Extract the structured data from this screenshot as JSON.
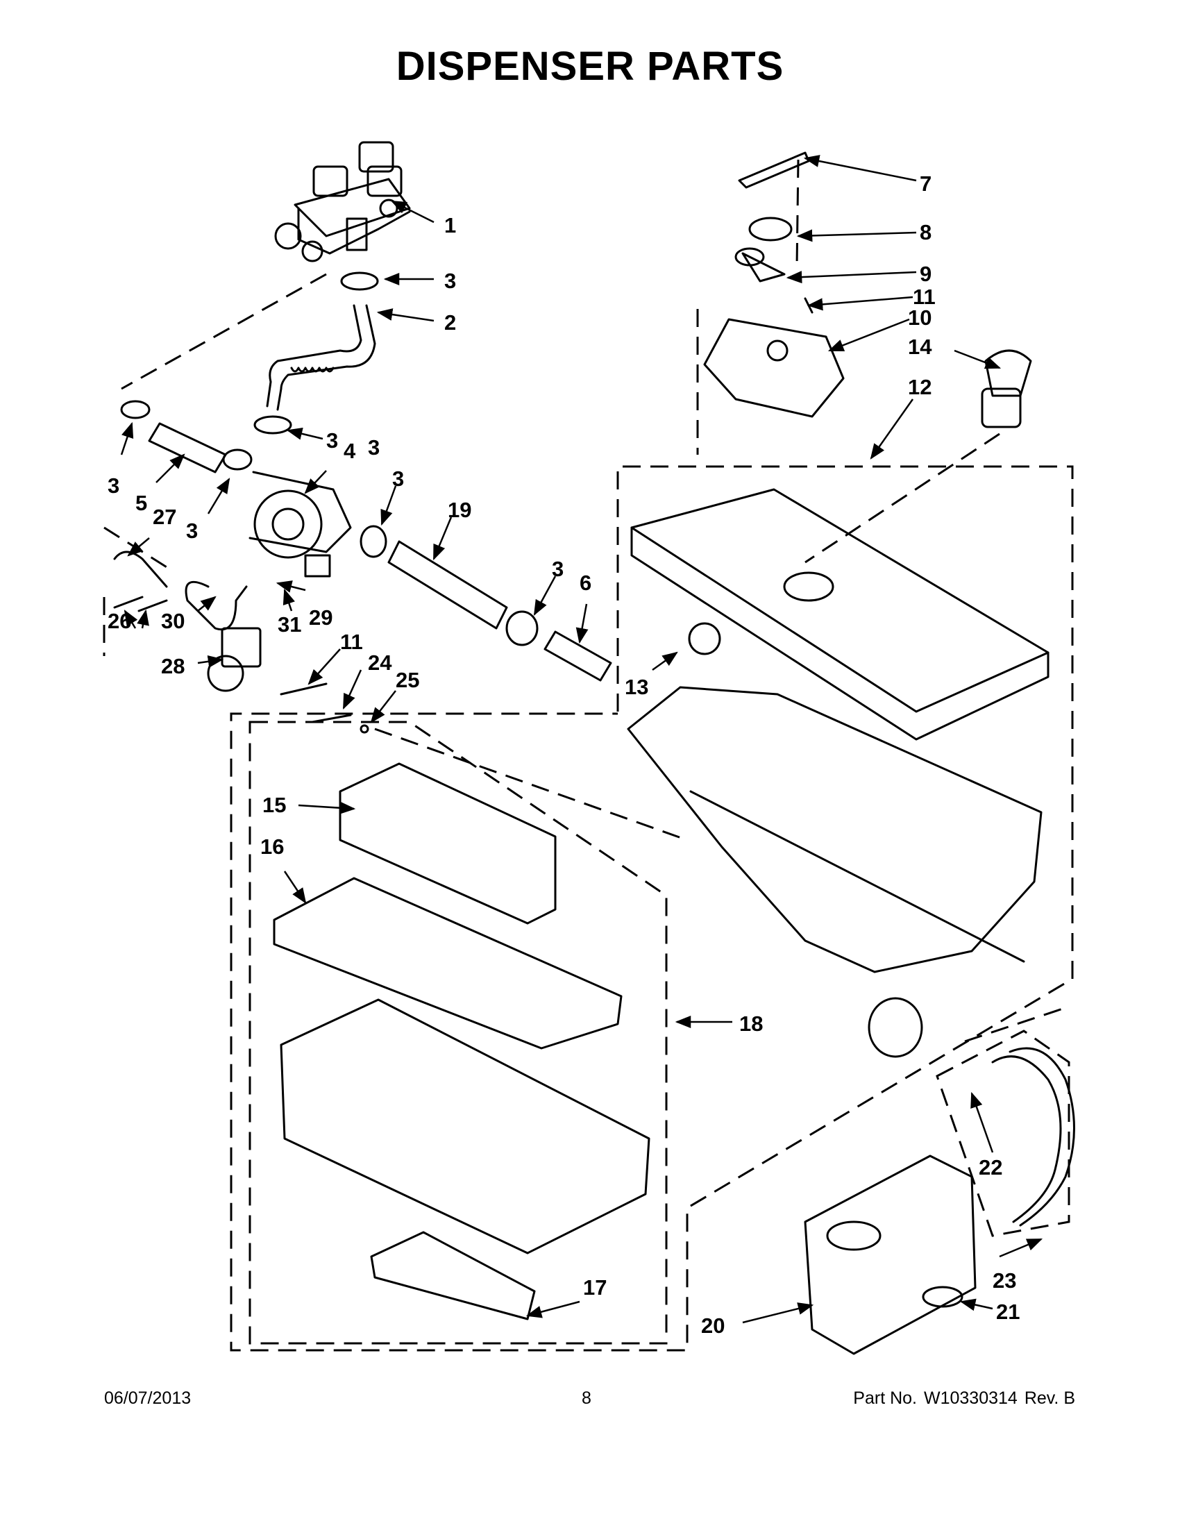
{
  "title": "DISPENSER PARTS",
  "callouts": [
    "1",
    "2",
    "3",
    "3",
    "3",
    "3",
    "3",
    "3",
    "3",
    "4",
    "5",
    "6",
    "7",
    "8",
    "9",
    "10",
    "11",
    "11",
    "12",
    "13",
    "14",
    "15",
    "16",
    "17",
    "18",
    "19",
    "20",
    "21",
    "22",
    "23",
    "24",
    "25",
    "26",
    "27",
    "28",
    "29",
    "30",
    "31"
  ],
  "footer": {
    "date": "06/07/2013",
    "page": "8",
    "part_label": "Part No.",
    "part_number": "W10330314",
    "revision": "Rev. B"
  }
}
